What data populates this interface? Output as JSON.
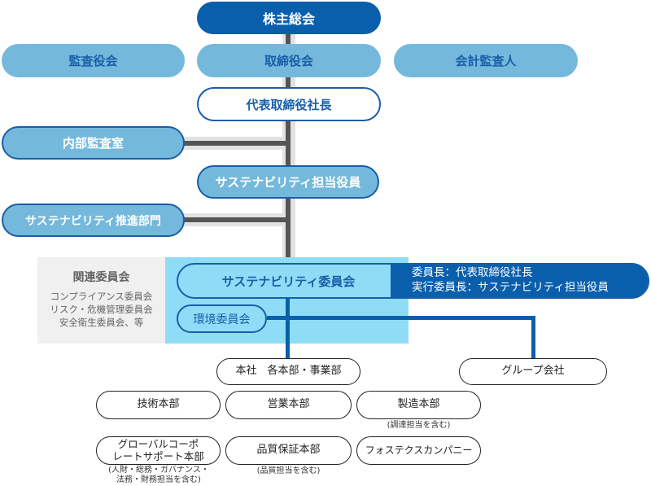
{
  "top": {
    "shareholders": "株主総会"
  },
  "governance": {
    "audit_board": "監査役会",
    "board": "取締役会",
    "auditor": "会計監査人",
    "president": "代表取締役社長",
    "internal_audit": "内部監査室",
    "sustainability_officer": "サステナビリティ担当役員",
    "sustainability_dept": "サステナビリティ推進部門"
  },
  "related": {
    "title": "関連委員会",
    "items": [
      "コンプライアンス委員会",
      "リスク・危機管理委員会",
      "安全衛生委員会、等"
    ]
  },
  "committee": {
    "name": "サステナビリティ委員会",
    "chair": "委員長：代表取締役社長",
    "exec_chair": "実行委員長：サステナビリティ担当役員",
    "env": "環境委員会"
  },
  "org": {
    "hq": "本社　各本部・事業部",
    "group": "グループ会社",
    "divisions": [
      {
        "name": "技術本部"
      },
      {
        "name": "営業本部"
      },
      {
        "name": "製造本部",
        "note": "(調達担当を含む)"
      },
      {
        "name_lines": [
          "グローバルコーポ",
          "レートサポート本部"
        ],
        "note_lines": [
          "(人財・総務・ガバナンス・",
          "法務・財務担当を含む)"
        ]
      },
      {
        "name": "品質保証本部",
        "note": "(品質担当を含む)"
      },
      {
        "name": "フォステクスカンパニー"
      }
    ]
  },
  "colors": {
    "dark": "#0a5fad",
    "mid": "#74b9dc",
    "light": "#8fdcf7",
    "gray": "#f0f0f0"
  }
}
